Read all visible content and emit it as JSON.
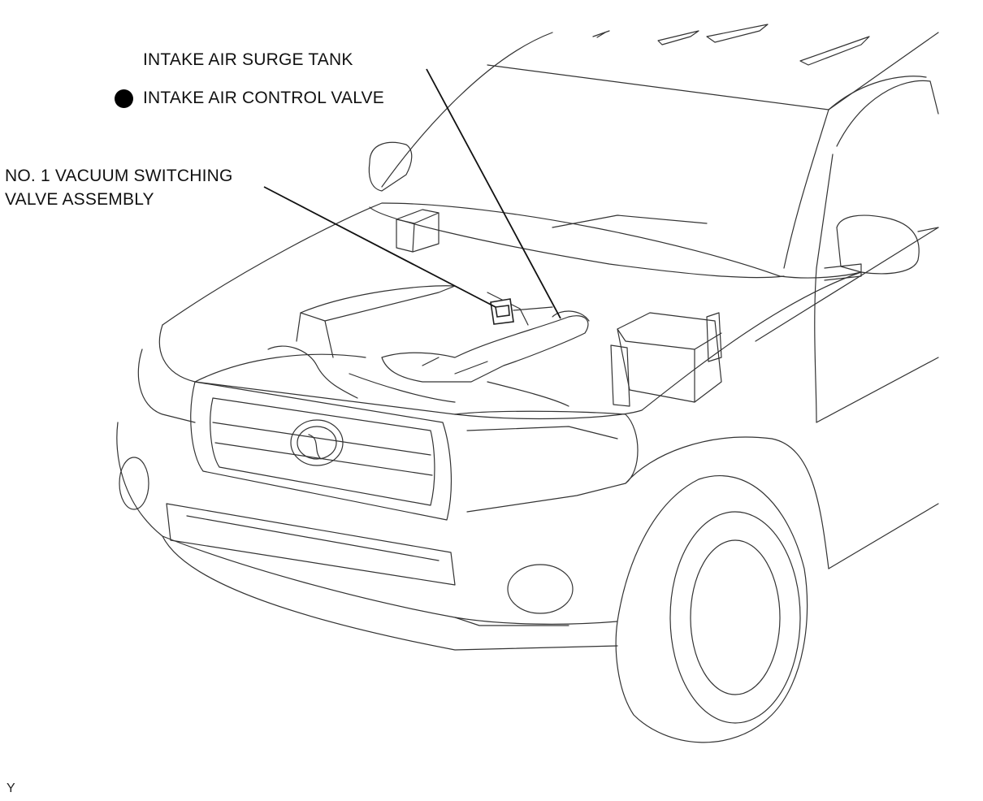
{
  "labels": {
    "surge_tank": "INTAKE AIR SURGE TANK",
    "control_valve": "INTAKE AIR CONTROL VALVE",
    "vacuum_valve_line1": "NO. 1 VACUUM SWITCHING",
    "vacuum_valve_line2": "VALVE ASSEMBLY"
  },
  "markers": {
    "control_valve_bullet": "filled-circle-icon"
  },
  "corner_code": "Y",
  "colors": {
    "line": "#333333",
    "bullet": "#000000",
    "background": "#ffffff"
  }
}
